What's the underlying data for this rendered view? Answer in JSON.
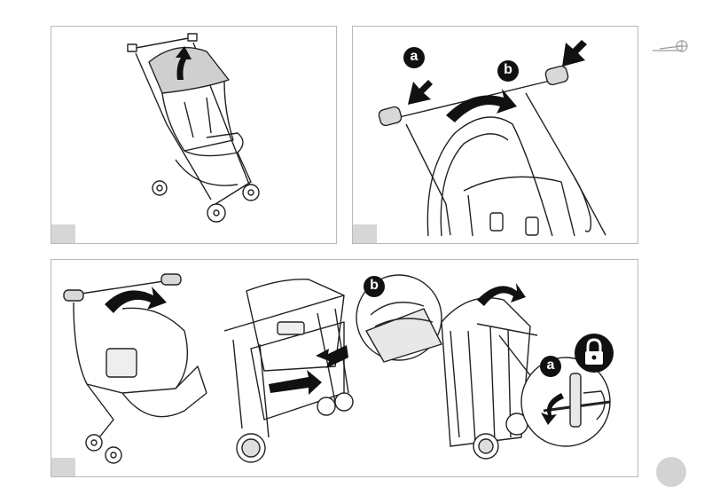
{
  "labels": {
    "panel2_a": "a",
    "panel2_b": "b",
    "panel3_b": "b",
    "panel3_a": "a"
  },
  "icons": [
    "stroller-corner-icon",
    "lock-icon"
  ],
  "colors": {
    "panel_border": "#b9b9b9",
    "tab_fill": "#d6d6d6",
    "badge": "#111111",
    "page_circle": "#d3d3d3"
  }
}
